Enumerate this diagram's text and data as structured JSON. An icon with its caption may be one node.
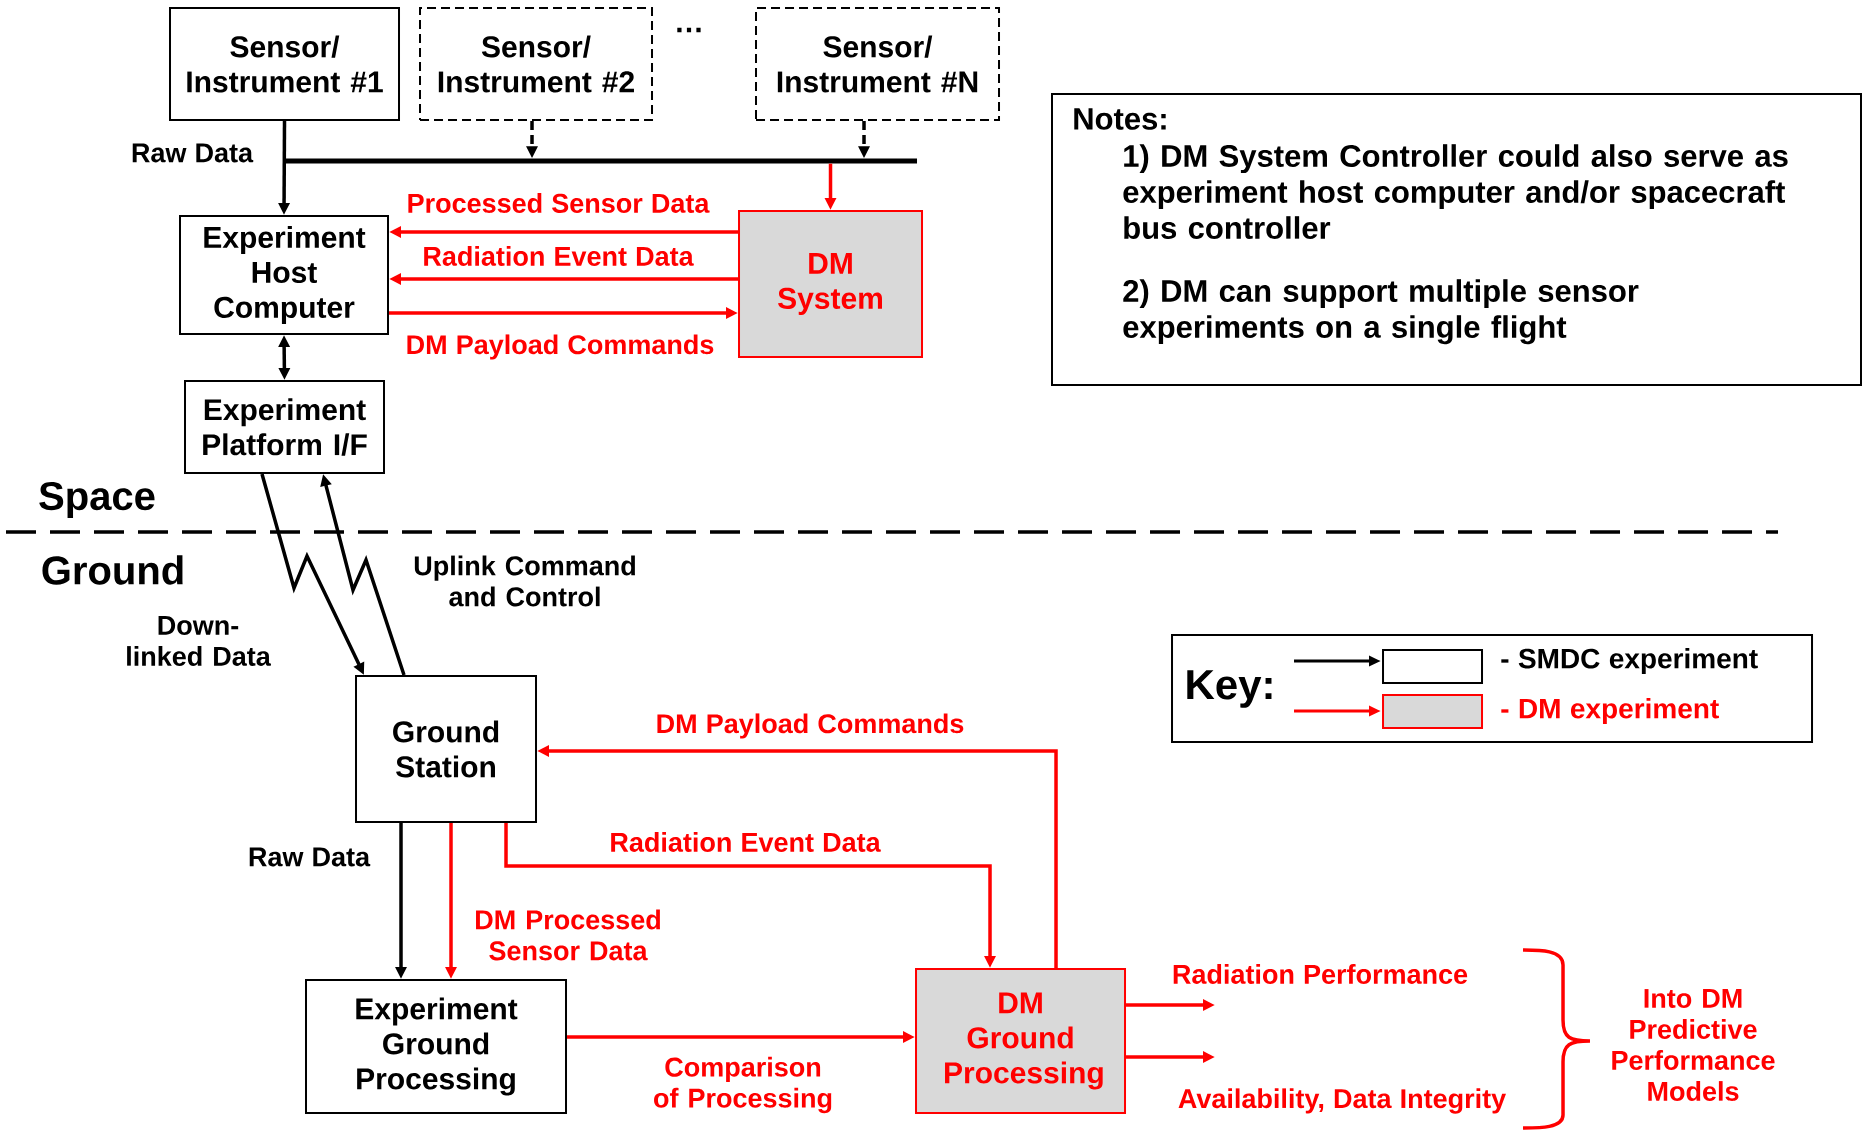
{
  "diagram": {
    "nodes": [
      {
        "text": [
          "Sensor/ Instrument #1"
        ]
      },
      {
        "text": [
          "Sensor/ Instrument #2"
        ]
      },
      {
        "text": [
          "Sensor/ Instrument #N"
        ]
      },
      {
        "text": [
          "Notes:",
          "1) DM System Controller could also serve as experiment host computer and/or spacecraft bus controller",
          "2) DM can support multiple sensor experiments on a single flight"
        ]
      },
      {
        "text": [],
        "shape": "bar"
      },
      {
        "text": [
          "Experiment Host Computer"
        ]
      },
      {
        "text": [
          "DM System"
        ]
      },
      {
        "text": [
          "Experiment Platform I/F"
        ]
      },
      {
        "text": [
          "Ground Station"
        ]
      },
      {
        "text": [
          "Experiment Ground Processing"
        ]
      },
      {
        "text": [
          "DM Ground Processing"
        ]
      }
    ],
    "edges": [
      {
        "from": 0,
        "to": 5,
        "arrow": "to",
        "label": "Raw Data",
        "color": "#000000"
      },
      {
        "from": 1,
        "to": 4,
        "arrow": "to",
        "style": "dashed",
        "color": "#000000"
      },
      {
        "from": 2,
        "to": 4,
        "arrow": "to",
        "style": "dashed",
        "color": "#000000"
      },
      {
        "from": 4,
        "to": 6,
        "arrow": "to",
        "color": "#ff0000"
      },
      {
        "from": 6,
        "to": 5,
        "arrow": "to",
        "label": "Processed Sensor Data",
        "color": "#ff0000"
      },
      {
        "from": 6,
        "to": 5,
        "arrow": "to",
        "label": "Radiation Event Data",
        "color": "#ff0000"
      },
      {
        "from": 5,
        "to": 6,
        "arrow": "to",
        "label": "DM Payload Commands",
        "color": "#ff0000"
      },
      {
        "from": 5,
        "to": 7,
        "arrow": "both",
        "color": "#000000"
      },
      {
        "from": 7,
        "to": 8,
        "arrow": "to",
        "label": "Down-linked Data",
        "color": "#000000"
      },
      {
        "from": 8,
        "to": 7,
        "arrow": "to",
        "label": "Uplink Command and Control",
        "color": "#000000"
      },
      {
        "from": 10,
        "to": 8,
        "arrow": "to",
        "label": "DM Payload Commands",
        "color": "#ff0000"
      },
      {
        "from": 8,
        "to": 10,
        "arrow": "to",
        "label": "Radiation Event Data",
        "color": "#ff0000"
      },
      {
        "from": 8,
        "to": 9,
        "arrow": "to",
        "label": "Raw Data",
        "color": "#000000"
      },
      {
        "from": 8,
        "to": 9,
        "arrow": "to",
        "label": "DM Processed Sensor Data",
        "color": "#ff0000"
      },
      {
        "from": 9,
        "to": 10,
        "arrow": "to",
        "label": "Comparison of Processing",
        "color": "#ff0000"
      },
      {
        "from": 10,
        "to": null,
        "arrow": "to",
        "label": "Radiation Performance",
        "color": "#ff0000"
      },
      {
        "from": 10,
        "to": null,
        "arrow": "to",
        "label": "Availability, Data Integrity",
        "color": "#ff0000"
      }
    ],
    "labels": [
      "…",
      "Space",
      "Ground",
      "Key:",
      "Into DM Predictive Performance Models"
    ],
    "legend": [
      {
        "text": "- SMDC experiment"
      },
      {
        "text": "- DM experiment"
      }
    ]
  }
}
